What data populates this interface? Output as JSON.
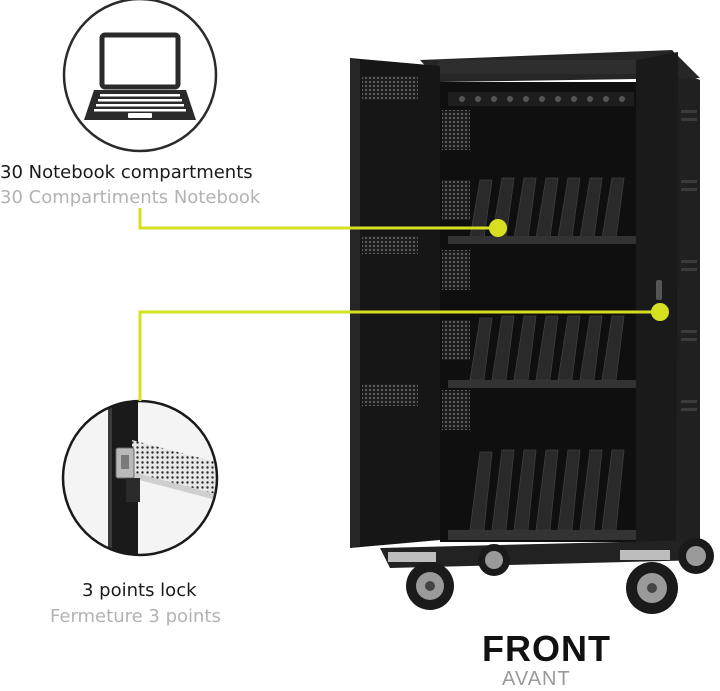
{
  "callouts": {
    "compartments": {
      "title": "30 Notebook compartments",
      "subtitle": "30 Compartiments Notebook",
      "icon": "laptop-icon"
    },
    "lock": {
      "title": "3 points lock",
      "subtitle": "Fermeture 3 points"
    }
  },
  "view": {
    "label": "FRONT",
    "sublabel": "AVANT"
  },
  "colors": {
    "accent": "#d6e021",
    "cabinet": "#141414",
    "text": "#1a1a1a",
    "muted": "#b3b3b3"
  }
}
